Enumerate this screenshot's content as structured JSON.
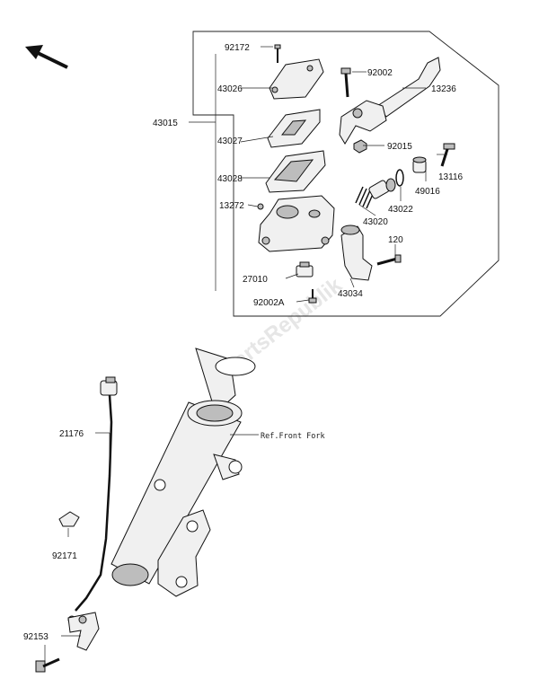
{
  "labels": {
    "p43015": "43015",
    "p92172": "92172",
    "p43026": "43026",
    "p92002": "92002",
    "p13236": "13236",
    "p43027": "43027",
    "p92015": "92015",
    "p43028": "43028",
    "p13116": "13116",
    "p49016": "49016",
    "p43022": "43022",
    "p13272": "13272",
    "p43020": "43020",
    "p120": "120",
    "p27010": "27010",
    "p43034": "43034",
    "p92002A": "92002A",
    "p21176": "21176",
    "pRef": "Ref.Front Fork",
    "p92171": "92171",
    "p92153": "92153"
  },
  "watermark": "PartsRepublik"
}
